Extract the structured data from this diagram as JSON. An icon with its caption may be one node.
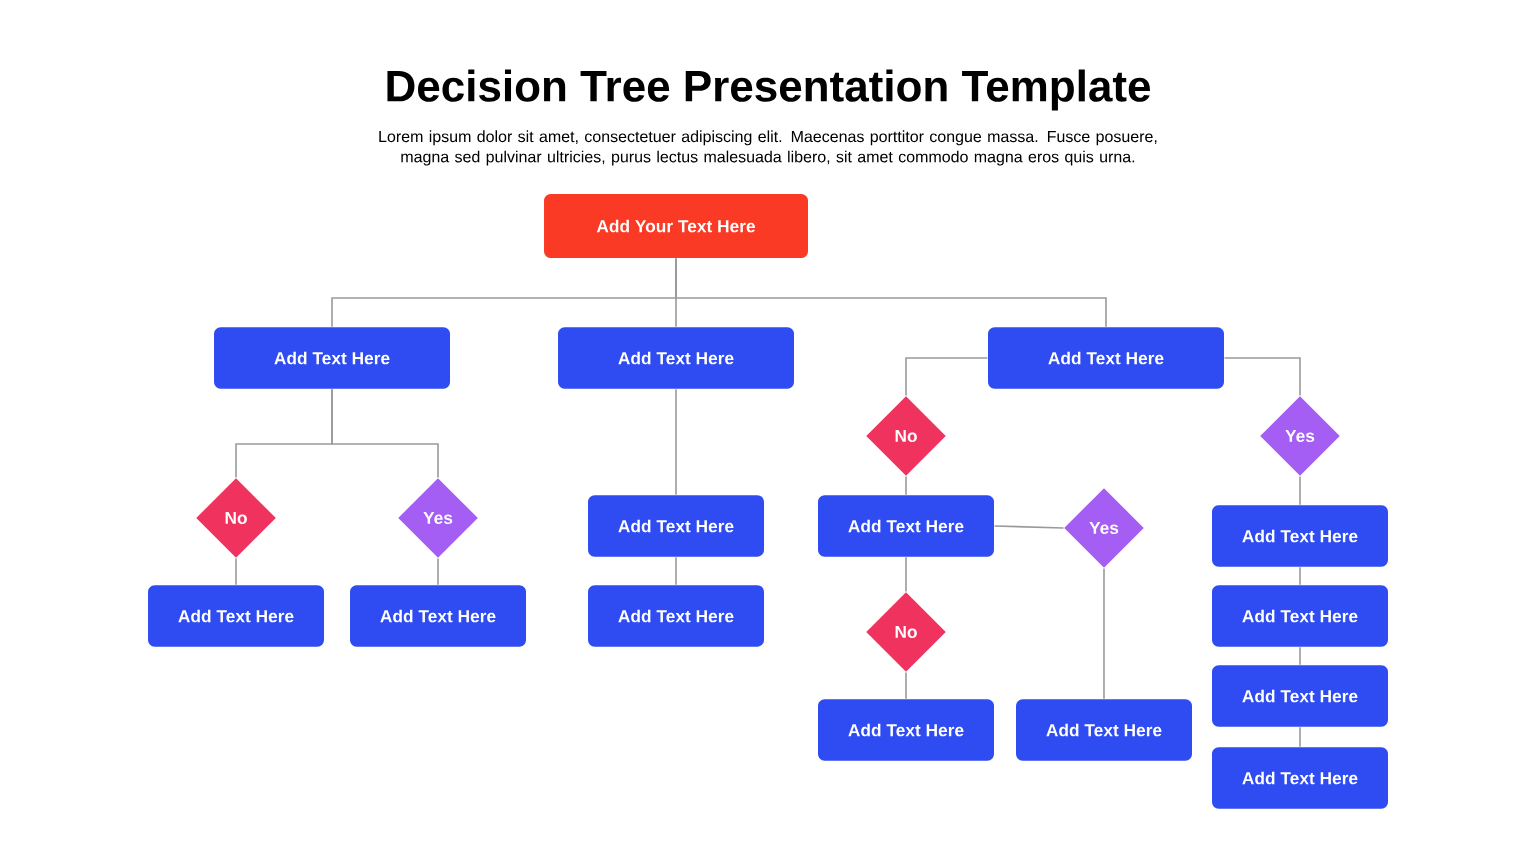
{
  "diagram": {
    "title": "Decision Tree Presentation Template",
    "nodes": [
      {
        "text": [
          "Add Your Text Here"
        ]
      },
      {
        "text": [
          "Add Text Here"
        ]
      },
      {
        "text": [
          "Add Text Here"
        ]
      },
      {
        "text": [
          "Add Text Here"
        ]
      },
      {
        "text": [
          "No"
        ]
      },
      {
        "text": [
          "Yes"
        ]
      },
      {
        "text": [
          "Add Text Here"
        ]
      },
      {
        "text": [
          "Add Text Here"
        ]
      },
      {
        "text": [
          "Add Text Here"
        ]
      },
      {
        "text": [
          "Add Text Here"
        ]
      },
      {
        "text": [
          "No"
        ]
      },
      {
        "text": [
          "Yes"
        ]
      },
      {
        "text": [
          "Add Text Here"
        ]
      },
      {
        "text": [
          "Yes"
        ]
      },
      {
        "text": [
          "No"
        ]
      },
      {
        "text": [
          "Add Text Here"
        ]
      },
      {
        "text": [
          "Add Text Here"
        ]
      },
      {
        "text": [
          "Add Text Here"
        ]
      },
      {
        "text": [
          "Add Text Here"
        ]
      },
      {
        "text": [
          "Add Text Here"
        ]
      },
      {
        "text": [
          "Add Text Here"
        ]
      }
    ],
    "edges": [
      {
        "from": 0,
        "to": 1,
        "arrow": "none"
      },
      {
        "from": 0,
        "to": 2,
        "arrow": "none"
      },
      {
        "from": 0,
        "to": 3,
        "arrow": "none"
      },
      {
        "from": 1,
        "to": 4,
        "arrow": "none"
      },
      {
        "from": 1,
        "to": 5,
        "arrow": "none"
      },
      {
        "from": 4,
        "to": 6,
        "arrow": "none"
      },
      {
        "from": 5,
        "to": 7,
        "arrow": "none"
      },
      {
        "from": 2,
        "to": 8,
        "arrow": "none"
      },
      {
        "from": 8,
        "to": 9,
        "arrow": "none"
      },
      {
        "from": 3,
        "to": 10,
        "arrow": "none"
      },
      {
        "from": 3,
        "to": 11,
        "arrow": "none"
      },
      {
        "from": 10,
        "to": 12,
        "arrow": "none"
      },
      {
        "from": 12,
        "to": 13,
        "arrow": "none"
      },
      {
        "from": 12,
        "to": 14,
        "arrow": "none"
      },
      {
        "from": 14,
        "to": 15,
        "arrow": "none"
      },
      {
        "from": 13,
        "to": 16,
        "arrow": "none"
      },
      {
        "from": 11,
        "to": 17,
        "arrow": "none"
      },
      {
        "from": 17,
        "to": 18,
        "arrow": "none"
      },
      {
        "from": 18,
        "to": 19,
        "arrow": "none"
      },
      {
        "from": 19,
        "to": 20,
        "arrow": "none"
      }
    ],
    "labels": [
      "Lorem ipsum dolor sit amet, consectetuer adipiscing elit. Maecenas porttitor congue massa. Fusce posuere, magna sed pulvinar ultricies, purus lectus malesuada libero, sit amet commodo magna eros quis urna."
    ]
  }
}
